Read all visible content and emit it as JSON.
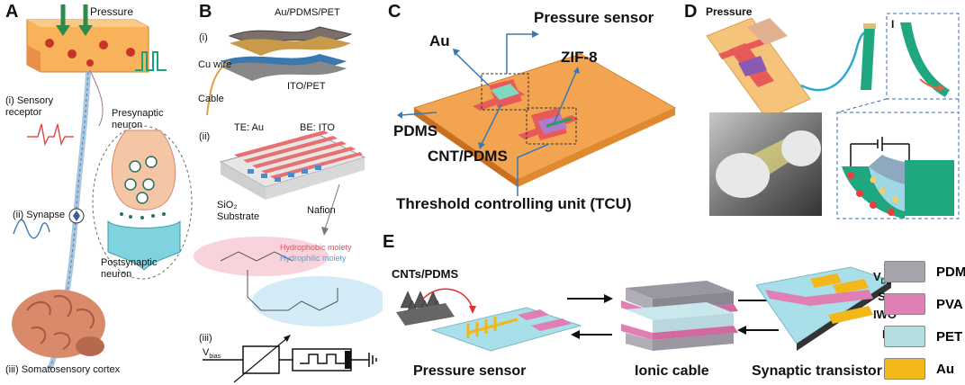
{
  "panel_a": {
    "label": "A",
    "pressure": "Pressure",
    "sensory_receptor": "(i) Sensory\nreceptor",
    "presynaptic": "Presynaptic\nneuron",
    "synapse": "(ii) Synapse",
    "postsynaptic": "Postsynaptic\nneuron",
    "cortex": "(iii) Somatosensory cortex"
  },
  "panel_b": {
    "label": "B",
    "i": "(i)",
    "au_pdms_pet": "Au/PDMS/PET",
    "cu_wire": "Cu wire",
    "ito_pet": "ITO/PET",
    "cable": "Cable",
    "ii": "(ii)",
    "te": "TE: Au",
    "be": "BE: ITO",
    "sio2": "SiO₂\nSubstrate",
    "nafion": "Nafion",
    "hydrophobic": "Hydrophobic moiety",
    "hydrophilic": "Hydrophilic moiety",
    "iii": "(iii)",
    "vbias": "V",
    "vbias_sub": "bias"
  },
  "panel_c": {
    "label": "C",
    "pressure_sensor": "Pressure sensor",
    "au": "Au",
    "zif8": "ZIF-8",
    "pdms": "PDMS",
    "cnt_pdms": "CNT/PDMS",
    "tcu": "Threshold controlling unit (TCU)"
  },
  "panel_d": {
    "label": "D",
    "pressure": "Pressure",
    "roman_i": "I"
  },
  "panel_e": {
    "label": "E",
    "cnts_pdms": "CNTs/PDMS",
    "pressure_sensor": "Pressure sensor",
    "ionic_cable": "Ionic cable",
    "synaptic_transistor": "Synaptic transistor",
    "vdd": "V",
    "vdd_sub": "DD",
    "s": "S",
    "iwo": "IWO",
    "d": "D"
  },
  "legend": {
    "items": [
      {
        "label": "PDMS",
        "color": "#a6a3ab"
      },
      {
        "label": "PVA",
        "color": "#e07fb4"
      },
      {
        "label": "PET",
        "color": "#b3dfe3"
      },
      {
        "label": "Au",
        "color": "#f2b718"
      }
    ]
  }
}
